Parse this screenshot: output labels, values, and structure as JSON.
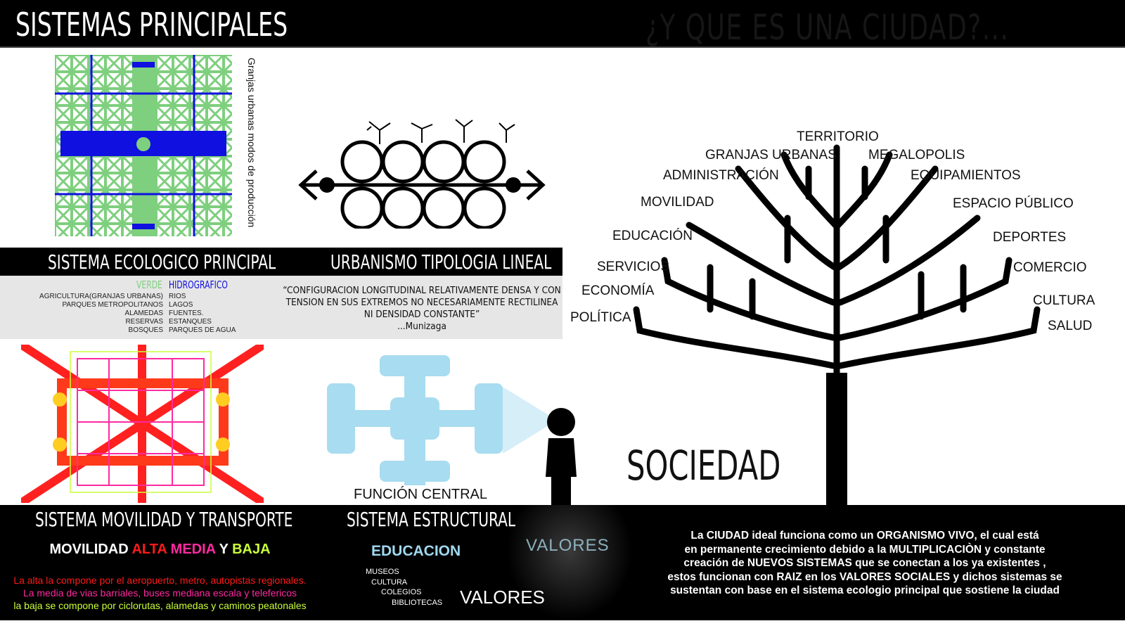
{
  "header": {
    "title": "SISTEMAS PRINCIPALES",
    "subtitle": "¿Y QUE ES UNA CIUDAD?..."
  },
  "eco": {
    "side_label": "Granjas urbanas modos de producción",
    "title": "SISTEMA ECOLOGICO PRINCIPAL",
    "verde": "VERDE",
    "hidro": "HIDROGRAFICO",
    "rows": [
      [
        "AGRICULTURA(GRANJAS URBANAS)",
        "RIOS"
      ],
      [
        "PARQUES METROPOLITANOS",
        "LAGOS"
      ],
      [
        "ALAMEDAS",
        "FUENTES."
      ],
      [
        "RESERVAS",
        "ESTANQUES"
      ],
      [
        "BOSQUES",
        "PARQUES DE AGUA"
      ]
    ],
    "colors": {
      "verde": "#7ecf7e",
      "hidro": "#1010e0"
    }
  },
  "lineal": {
    "title": "URBANISMO TIPOLOGIA LINEAL",
    "quote": "“CONFIGURACION LONGITUDINAL RELATIVAMENTE DENSA Y CON TENSION EN SUS EXTREMOS NO NECESARIAMENTE RECTILINEA NI DENSIDAD CONSTANTE”",
    "author": "...Munizaga"
  },
  "movilidad": {
    "title": "SISTEMA MOVILIDAD Y TRANSPORTE",
    "h1": "MOVILIDAD",
    "alta": "ALTA",
    "media": "MEDIA",
    "y": "Y",
    "baja": "BAJA",
    "l1": "La alta la compone por el aeropuerto, metro, autopistas regionales.",
    "l2": "La media de vias barriales, buses mediana escala y telefericos",
    "l3": "la baja se compone por ciclorutas, alamedas y caminos peatonales",
    "colors": {
      "alta": "#ff1a1a",
      "media": "#ff2aa0",
      "baja": "#c8ff3a"
    }
  },
  "estructural": {
    "caption": "FUNCIÓN CENTRAL",
    "title": "SISTEMA ESTRUCTURAL",
    "educacion": "EDUCACION",
    "items": [
      "MUSEOS",
      "CULTURA",
      "COLEGIOS",
      "BIBLIOTECAS"
    ],
    "valores": "VALORES",
    "valores_roots": "VALORES"
  },
  "tree": {
    "labels": [
      "TERRITORIO",
      "GRANJAS URBANAS",
      "MEGALOPOLIS",
      "ADMINISTRACIÓN",
      "EQUIPAMIENTOS",
      "MOVILIDAD",
      "ESPACIO PÚBLICO",
      "EDUCACIÓN",
      "DEPORTES",
      "SERVICIOS",
      "COMERCIO",
      "ECONOMÍA",
      "CULTURA",
      "POLÍTICA",
      "SALUD"
    ],
    "trunk_label": "SOCIEDAD"
  },
  "summary": [
    "La CIUDAD ideal  funciona  como un  ORGANISMO VIVO, el cual está",
    "en permanente crecimiento debido a la MULTIPLICACIÒN y constante",
    "creación  de   NUEVOS SISTEMAS   que se conectan a los ya existentes ,",
    "estos funcionan con RAIZ en los VALORES SOCIALES y dichos sistemas se",
    "sustentan  con base en el sistema ecologio principal que sostiene la ciudad"
  ]
}
